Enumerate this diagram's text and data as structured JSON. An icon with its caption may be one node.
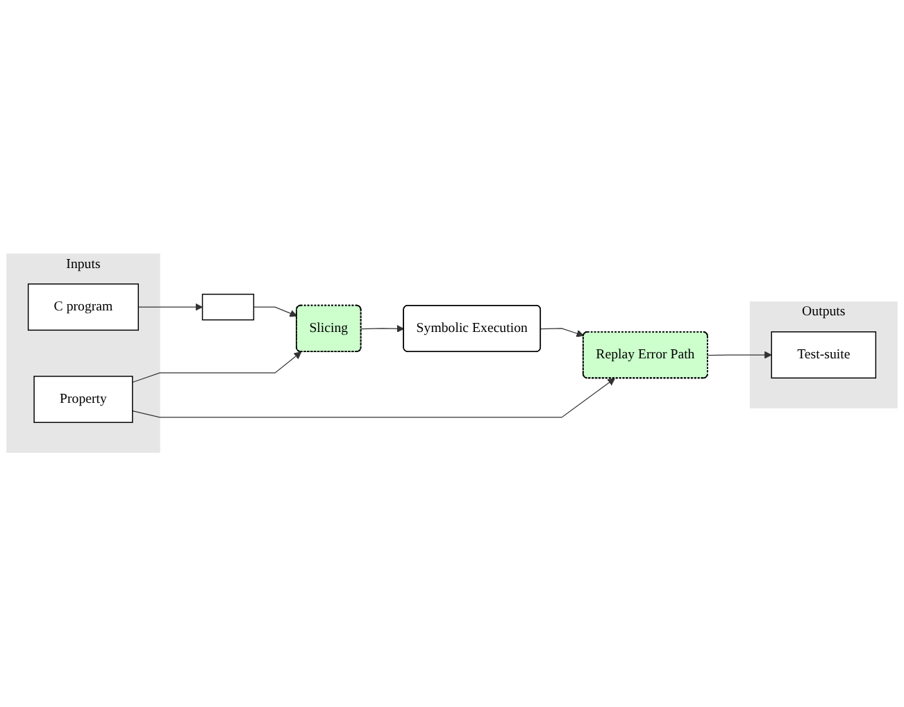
{
  "diagram": {
    "nodes": [
      {
        "text": [
          "Inputs"
        ]
      },
      {
        "text": [
          "C program"
        ],
        "in": 0
      },
      {
        "text": [],
        "shape": "box"
      },
      {
        "text": [
          "Slicing"
        ]
      },
      {
        "text": [
          "Property"
        ],
        "in": 0
      },
      {
        "text": [
          "Symbolic Execution"
        ]
      },
      {
        "text": [
          "Replay Error Path"
        ]
      },
      {
        "text": [
          "Outputs"
        ]
      },
      {
        "text": [
          "Test-suite"
        ],
        "in": 7
      }
    ],
    "edges": [
      {
        "from": 1,
        "to": 2,
        "arrow": "to"
      },
      {
        "from": 2,
        "to": 3,
        "arrow": "to"
      },
      {
        "from": 4,
        "to": 3,
        "arrow": "to"
      },
      {
        "from": 3,
        "to": 5,
        "arrow": "to"
      },
      {
        "from": 5,
        "to": 6,
        "arrow": "to"
      },
      {
        "from": 4,
        "to": 6,
        "arrow": "to"
      },
      {
        "from": 6,
        "to": 8,
        "arrow": "to"
      }
    ]
  }
}
